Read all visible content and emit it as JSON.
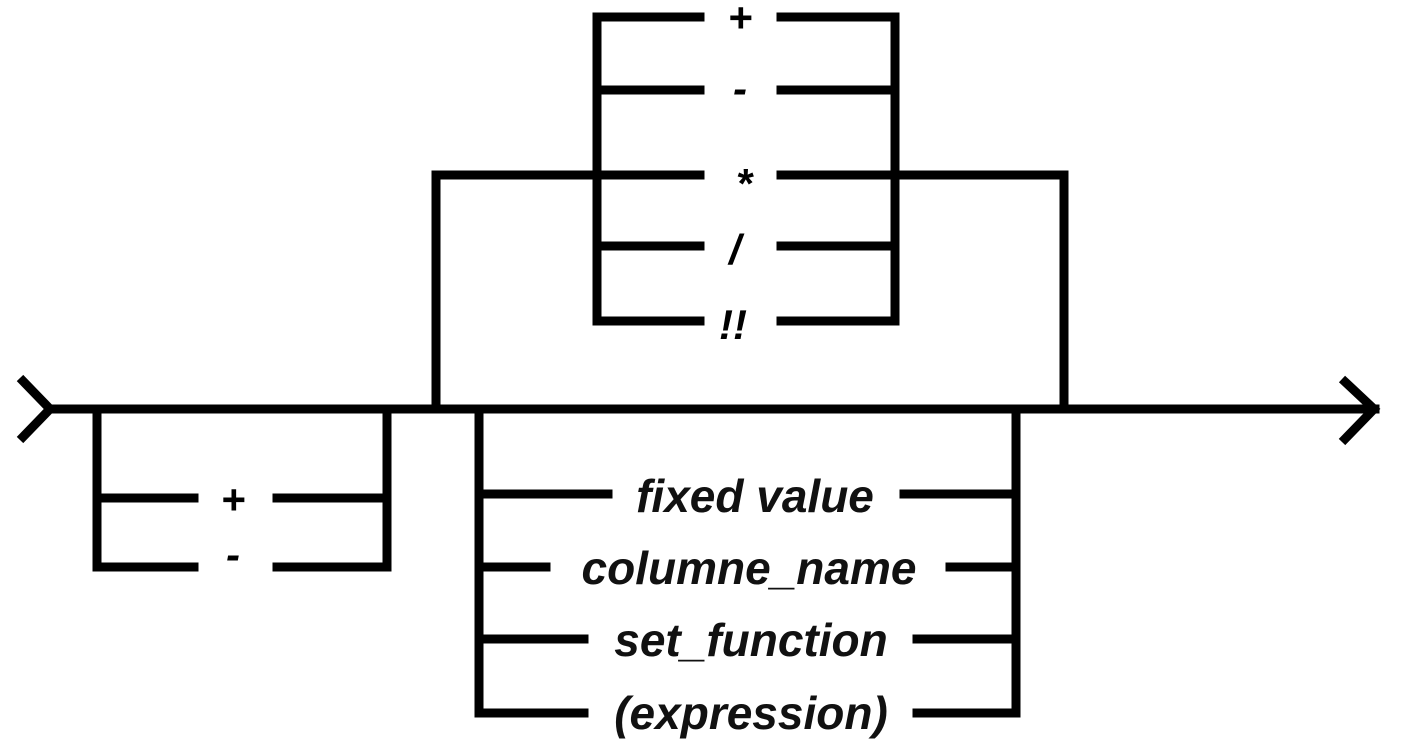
{
  "sign_options": [
    "+",
    "-"
  ],
  "operators": [
    "+",
    "-",
    "*",
    "/",
    "!!"
  ],
  "operands": [
    "fixed value",
    "columne_name",
    "set_function",
    "(expression)"
  ],
  "colors": {
    "line": "#000000",
    "background": "#ffffff"
  }
}
